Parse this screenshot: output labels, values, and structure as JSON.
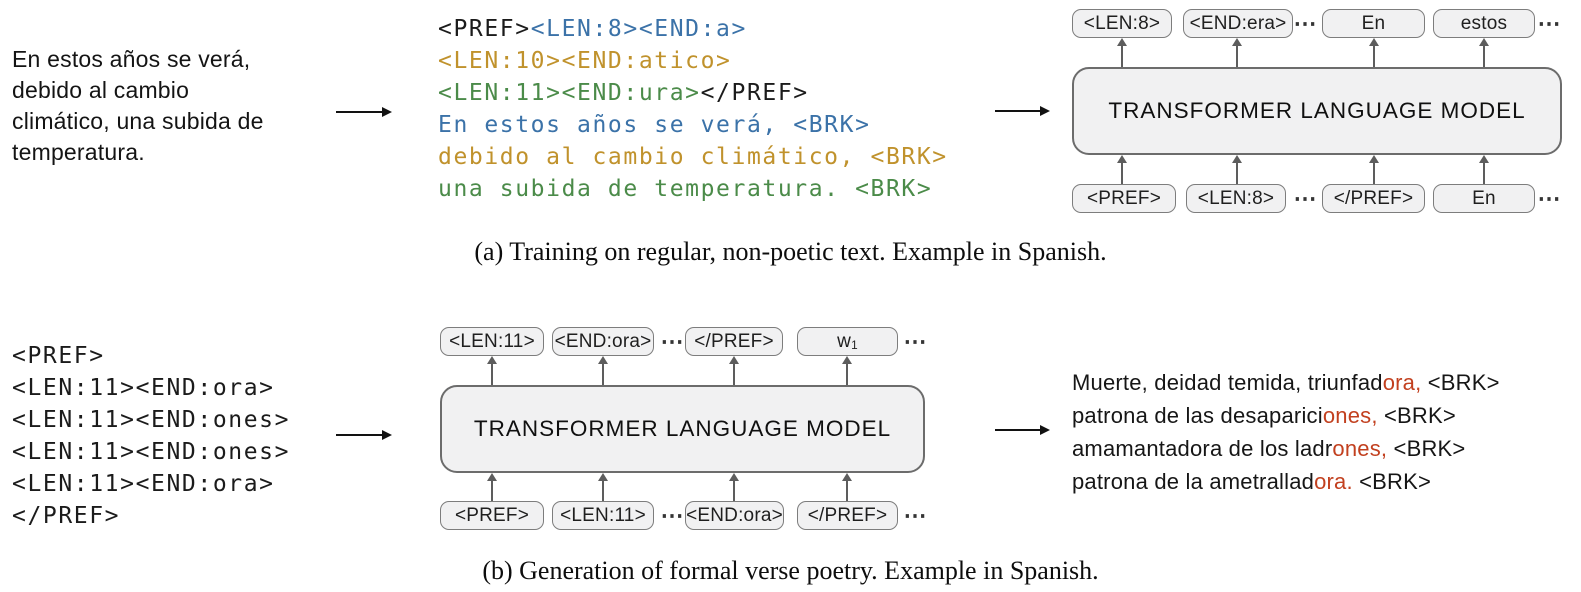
{
  "colors": {
    "ink": "#1b1b1b",
    "blue": "#3b72a8",
    "gold": "#c0922c",
    "green": "#4b8b49",
    "red": "#c2401f",
    "box_fill": "#f1f1f2",
    "box_border": "#7d7d7d"
  },
  "panel_a": {
    "source_text": {
      "lines": [
        "En estos años se verá,",
        "debido al cambio",
        "climático, una subida de",
        "temperatura."
      ]
    },
    "encoded_text": {
      "lines": [
        [
          {
            "text": "<PREF>",
            "color": "ink"
          },
          {
            "text": "<LEN:8><END:a>",
            "color": "blue"
          }
        ],
        [
          {
            "text": "<LEN:10><END:atico>",
            "color": "gold"
          }
        ],
        [
          {
            "text": "<LEN:11><END:ura>",
            "color": "green"
          },
          {
            "text": "</PREF>",
            "color": "ink"
          }
        ],
        [
          {
            "text": "En estos años se verá, <BRK>",
            "color": "blue"
          }
        ],
        [
          {
            "text": "debido al cambio climático, <BRK>",
            "color": "gold"
          }
        ],
        [
          {
            "text": "una subida de temperatura. <BRK>",
            "color": "green"
          }
        ]
      ]
    },
    "model": {
      "label": "TRANSFORMER LANGUAGE MODEL",
      "output_tokens": [
        "<LEN:8>",
        "<END:era>",
        "⋯",
        "En",
        "estos",
        "⋯"
      ],
      "input_tokens": [
        "<PREF>",
        "<LEN:8>",
        "⋯",
        "</PREF>",
        "En",
        "⋯"
      ]
    },
    "caption": "(a) Training on regular, non-poetic text. Example in Spanish."
  },
  "panel_b": {
    "prefix_text": {
      "lines": [
        "<PREF>",
        "<LEN:11><END:ora>",
        "<LEN:11><END:ones>",
        "<LEN:11><END:ones>",
        "<LEN:11><END:ora>",
        "</PREF>"
      ]
    },
    "model": {
      "label": "TRANSFORMER LANGUAGE MODEL",
      "output_tokens": [
        "<LEN:11>",
        "<END:ora>",
        "⋯",
        "</PREF>",
        "w₁",
        "⋯"
      ],
      "input_tokens": [
        "<PREF>",
        "<LEN:11>",
        "⋯",
        "<END:ora>",
        "</PREF>",
        "⋯"
      ]
    },
    "poem": {
      "lines": [
        {
          "pre": "Muerte, deidad temida, triunfad",
          "highlight": "ora,",
          "post": " <BRK>"
        },
        {
          "pre": "patrona de las desaparici",
          "highlight": "ones,",
          "post": " <BRK>"
        },
        {
          "pre": "amamantadora de los ladr",
          "highlight": "ones,",
          "post": " <BRK>"
        },
        {
          "pre": "patrona de la ametrallad",
          "highlight": "ora.",
          "post": " <BRK>"
        }
      ]
    },
    "caption": "(b) Generation of formal verse poetry. Example in Spanish."
  }
}
